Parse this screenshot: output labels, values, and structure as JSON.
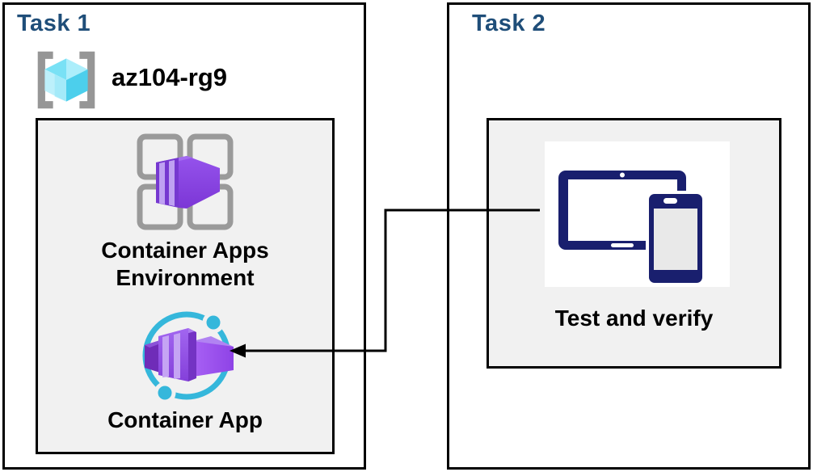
{
  "task1": {
    "title": "Task 1",
    "resource_group": {
      "name": "az104-rg9",
      "icon": "azure-resource-group"
    },
    "environment": {
      "label": "Container Apps Environment",
      "icon": "azure-container-apps-environment"
    },
    "app": {
      "label": "Container App",
      "icon": "azure-container-app"
    }
  },
  "task2": {
    "title": "Task 2",
    "verify": {
      "label": "Test and verify",
      "icon": "tablet-and-phone-devices"
    }
  },
  "connector": {
    "from": "Test and verify",
    "to": "Container App",
    "style": "elbow",
    "arrow_direction": "left"
  },
  "colors": {
    "task_title": "#1F4E79",
    "panel_bg": "#F1F1F1",
    "border": "#000000",
    "label_text": "#000000",
    "device_navy": "#191F6E",
    "ring_cyan": "#35B7DB",
    "container_purple": "#8445E4",
    "rg_cube_cyan": "#55D7F0",
    "bracket_gray": "#969696"
  }
}
